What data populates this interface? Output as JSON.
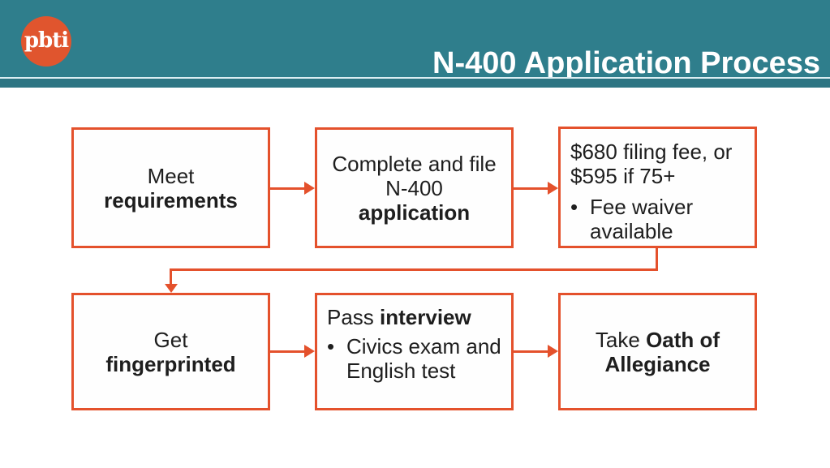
{
  "header": {
    "logo_text": "pbti",
    "title": "N-400 Application Process"
  },
  "colors": {
    "header_teal": "#2f7e8c",
    "header_strip_teal": "#2d7583",
    "header_divider": "#dceef3",
    "accent_orange": "#e4512c",
    "logo_orange": "#e0552e",
    "text_black": "#1e1e1e",
    "background": "#ffffff"
  },
  "flow": {
    "bullet_char": "•",
    "steps": [
      {
        "line1": "Meet",
        "line2_bold": "requirements"
      },
      {
        "line1": "Complete and file",
        "line2": "N-400",
        "line3_bold": "application"
      },
      {
        "line1": "$680 filing fee, or",
        "line2": "$595 if 75+",
        "bullet": "Fee waiver available"
      },
      {
        "line1": "Get",
        "line2_bold": "fingerprinted"
      },
      {
        "title_regular": "Pass ",
        "title_bold": "interview",
        "bullet": "Civics exam and English test"
      },
      {
        "line1_regular": "Take ",
        "line1_bold": "Oath of",
        "line2_bold": "Allegiance"
      }
    ]
  }
}
